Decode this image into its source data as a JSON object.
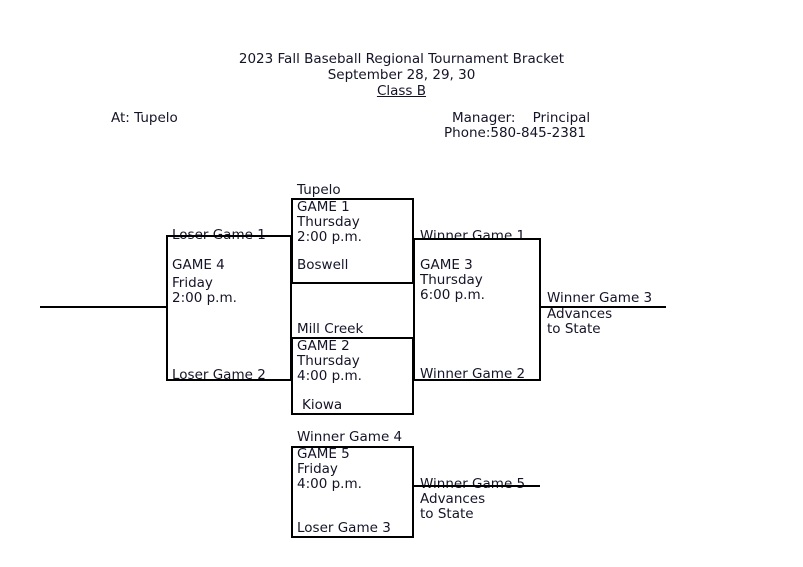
{
  "header": {
    "title": "2023 Fall Baseball Regional Tournament Bracket",
    "dates": "September 28, 29, 30",
    "class_line": "Class B",
    "location": "At: Tupelo",
    "manager_label": "Manager:    Principal",
    "phone_label": "Phone:580-845-2381"
  },
  "bracket": {
    "game1": {
      "top_team": "Tupelo",
      "game_label": "GAME 1",
      "day": "Thursday",
      "time": "2:00 p.m.",
      "bottom_team": "Boswell"
    },
    "game2": {
      "top_team": "Mill Creek",
      "game_label": "GAME 2",
      "day": "Thursday",
      "time": "4:00 p.m.",
      "bottom_team": "Kiowa"
    },
    "game3": {
      "top_team": "Winner Game 1",
      "game_label": "GAME 3",
      "day": "Thursday",
      "time": "6:00 p.m.",
      "bottom_team": "Winner Game 2"
    },
    "game4": {
      "top_team": "Loser Game 1",
      "game_label": "GAME 4",
      "day": "Friday",
      "time": "2:00 p.m.",
      "bottom_team": "Loser Game 2"
    },
    "game5": {
      "top_team": "Winner Game 4",
      "game_label": "GAME 5",
      "day": "Friday",
      "time": "4:00 p.m.",
      "bottom_team": "Loser Game 3"
    },
    "winner3": {
      "label": "Winner Game 3",
      "advances_line1": "Advances",
      "advances_line2": "to State"
    },
    "winner5": {
      "label": "Winner Game 5",
      "advances_line1": "Advances",
      "advances_line2": "to State"
    }
  },
  "colors": {
    "line": "#000000",
    "text": "#141428",
    "background": "#ffffff"
  }
}
